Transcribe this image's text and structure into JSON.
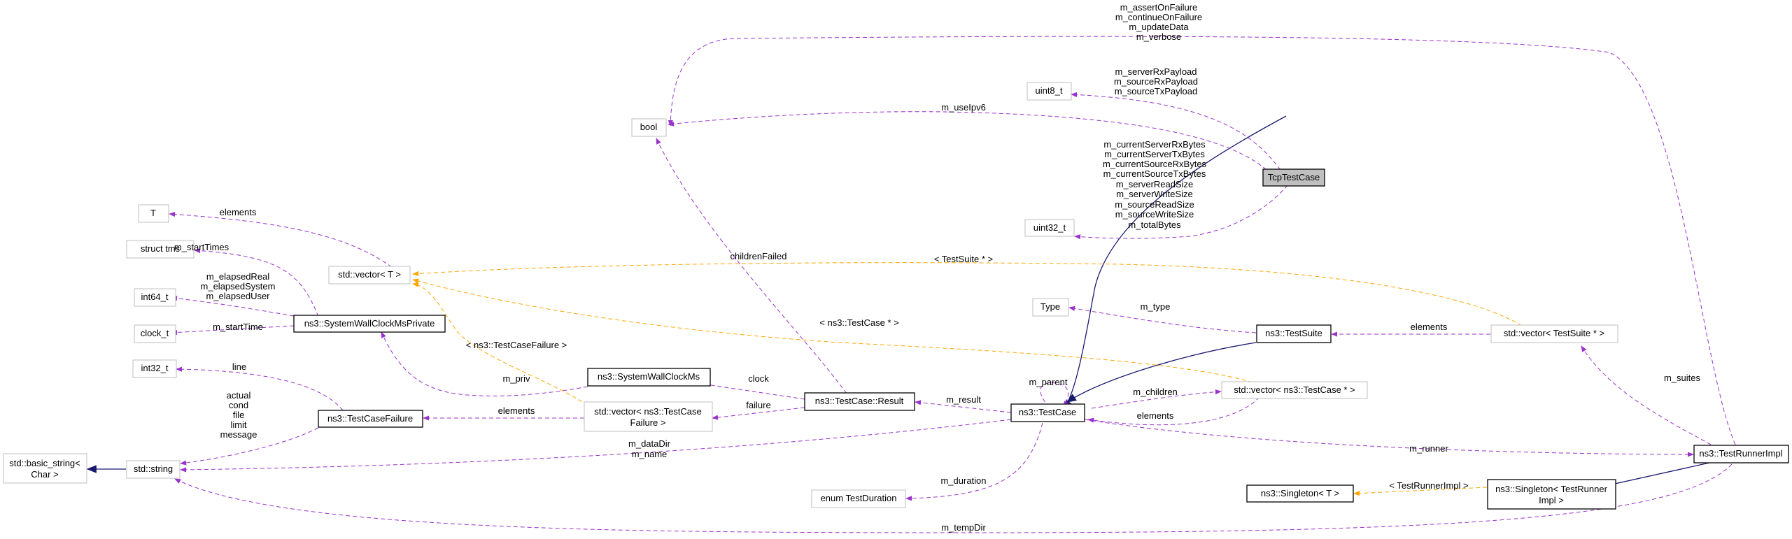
{
  "nodes": {
    "bool": "bool",
    "uint8_t": "uint8_t",
    "tcptestcase": "TcpTestCase",
    "uint32_t": "uint32_t",
    "T": "T",
    "struct_tms": "struct tms",
    "int64_t": "int64_t",
    "clock_t": "clock_t",
    "int32_t": "int32_t",
    "basic_string_1": "std::basic_string<",
    "basic_string_2": "Char >",
    "std_string": "std::string",
    "vector_T": "std::vector< T >",
    "wallclock_private": "ns3::SystemWallClockMsPrivate",
    "testcasefailure": "ns3::TestCaseFailure",
    "wallclock": "ns3::SystemWallClockMs",
    "vector_failure_1": "std::vector< ns3::TestCase",
    "vector_failure_2": "Failure >",
    "result": "ns3::TestCase::Result",
    "testcase": "ns3::TestCase",
    "type": "Type",
    "testsuite": "ns3::TestSuite",
    "vector_testcase": "std::vector< ns3::TestCase * >",
    "vector_testsuite": "std::vector< TestSuite * >",
    "enum_duration": "enum TestDuration",
    "singleton_T": "ns3::Singleton< T >",
    "singleton_runner_1": "ns3::Singleton< TestRunner",
    "singleton_runner_2": "Impl >",
    "runnerimpl": "ns3::TestRunnerImpl"
  },
  "edge_labels": {
    "runner_bool": [
      "m_assertOnFailure",
      "m_continueOnFailure",
      "m_updateData",
      "m_verbose"
    ],
    "tcp_uint8": [
      "m_serverRxPayload",
      "m_sourceRxPayload",
      "m_sourceTxPayload"
    ],
    "tcp_bool": [
      "m_useIpv6"
    ],
    "tcp_uint32": [
      "m_currentServerRxBytes",
      "m_currentServerTxBytes",
      "m_currentSourceRxBytes",
      "m_currentSourceTxBytes",
      "m_serverReadSize",
      "m_serverWriteSize",
      "m_sourceReadSize",
      "m_sourceWriteSize",
      "m_totalBytes"
    ],
    "vector_T_T": [
      "elements"
    ],
    "private_tms": [
      "m_startTimes"
    ],
    "private_int64": [
      "m_elapsedReal",
      "m_elapsedSystem",
      "m_elapsedUser"
    ],
    "private_clock": [
      "m_startTime"
    ],
    "failure_int32": [
      "line"
    ],
    "failure_string": [
      "actual",
      "cond",
      "file",
      "limit",
      "message"
    ],
    "result_bool": [
      "childrenFailed"
    ],
    "suite_vecT": [
      "< TestSuite * >"
    ],
    "case_vecT": [
      "< ns3::TestCase * >"
    ],
    "failure_vecT": [
      "< ns3::TestCaseFailure >"
    ],
    "wallclock_private_edge": [
      "m_priv"
    ],
    "result_wallclock": [
      "clock"
    ],
    "result_vecfailure": [
      "failure"
    ],
    "vecfailure_failure": [
      "elements"
    ],
    "case_result": [
      "m_result"
    ],
    "case_parent": [
      "m_parent"
    ],
    "case_children": [
      "m_children"
    ],
    "vectc_case": [
      "elements"
    ],
    "suite_type": [
      "m_type"
    ],
    "vecsuite_suite": [
      "elements"
    ],
    "runner_vecsuite": [
      "m_suites"
    ],
    "case_runner": [
      "m_runner"
    ],
    "case_string": [
      "m_dataDir",
      "m_name"
    ],
    "case_duration": [
      "m_duration"
    ],
    "singleton_tmpl": [
      "< TestRunnerImpl >"
    ],
    "runner_string": [
      "m_tempDir"
    ]
  },
  "colors": {
    "usage_edge": "#9a32cd",
    "template_edge": "#ffa500",
    "inheritance_edge": "#191970",
    "focus_fill": "#bfbfbf"
  }
}
